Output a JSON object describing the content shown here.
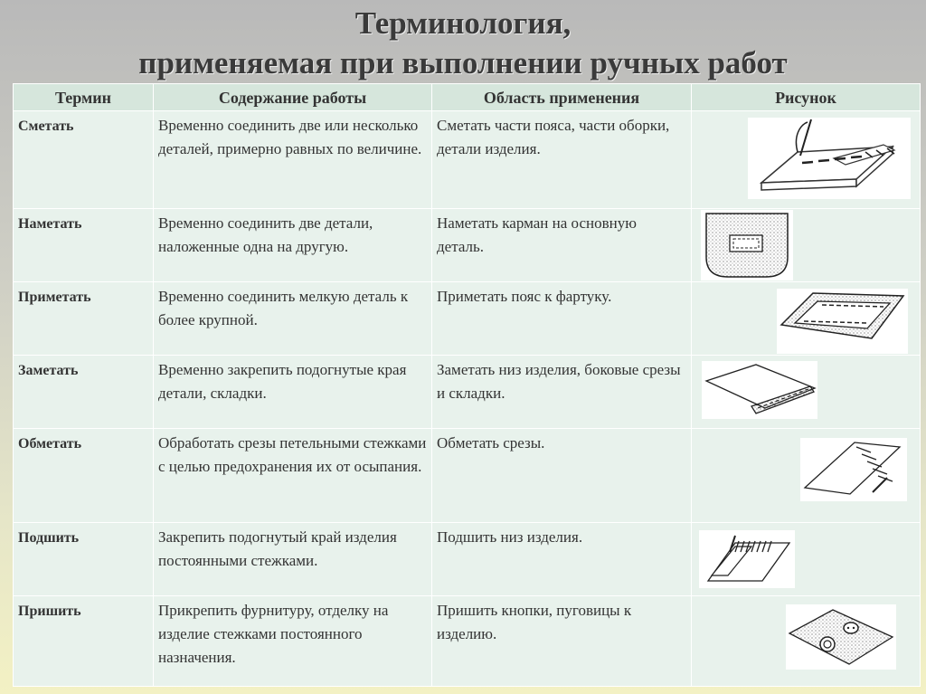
{
  "title": {
    "line1": "Терминология,",
    "line2": "применяемая при выполнении ручных работ"
  },
  "table": {
    "headers": [
      "Термин",
      "Содержание работы",
      "Область применения",
      "Рисунок"
    ],
    "rows": [
      {
        "term": "Сметать",
        "content": "Временно соединить две или несколько деталей, примерно равных по величине.",
        "area": "Сметать части пояса, части оборки, детали изделия.",
        "picture": "basting-two-layers-icon"
      },
      {
        "term": "Наметать",
        "content": "Временно соединить две детали, наложенные одна на другую.",
        "area": "Наметать карман на основную деталь.",
        "picture": "pocket-basting-icon"
      },
      {
        "term": "Приметать",
        "content": "Временно соединить мелкую деталь к более крупной.",
        "area": "Приметать пояс к фартуку.",
        "picture": "waistband-basting-icon"
      },
      {
        "term": "Заметать",
        "content": "Временно закрепить подогнутые края детали, складки.",
        "area": "Заметать низ изделия, боковые срезы и складки.",
        "picture": "hem-basting-icon"
      },
      {
        "term": "Обметать",
        "content": "Обработать срезы петельными стежками с целью предохранения их от осыпания.",
        "area": "Обметать срезы.",
        "picture": "overcasting-icon"
      },
      {
        "term": "Подшить",
        "content": "Закрепить подогнутый край изделия постоянными стежками.",
        "area": "Подшить низ изделия.",
        "picture": "hemming-icon"
      },
      {
        "term": "Пришить",
        "content": "Прикрепить фурнитуру, отделку на изделие стежками постоянного назначения.",
        "area": "Пришить кнопки, пуговицы к изделию.",
        "picture": "sewing-buttons-icon"
      }
    ]
  }
}
